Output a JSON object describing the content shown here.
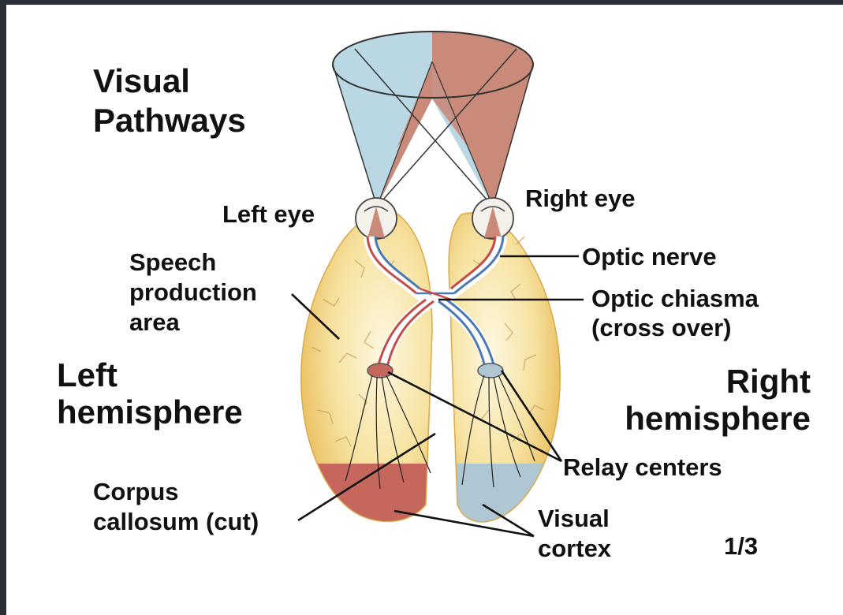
{
  "title": {
    "line1": "Visual",
    "line2": "Pathways"
  },
  "labels": {
    "left_eye": "Left eye",
    "right_eye": "Right eye",
    "speech": {
      "line1": "Speech",
      "line2": "production",
      "line3": "area"
    },
    "optic_nerve": "Optic nerve",
    "optic_chiasma": {
      "line1": "Optic chiasma",
      "line2": "(cross over)"
    },
    "left_hemisphere": {
      "line1": "Left",
      "line2": "hemisphere"
    },
    "right_hemisphere": {
      "line1": "Right",
      "line2": "hemisphere"
    },
    "relay_centers": "Relay centers",
    "corpus_callosum": {
      "line1": "Corpus",
      "line2": "callosum (cut)"
    },
    "visual_cortex": {
      "line1": "Visual",
      "line2": "cortex"
    },
    "page": "1/3"
  },
  "colors": {
    "blue_field": "#b9d8e4",
    "red_field": "#c98a7a",
    "brain_yellow": "#f2d27a",
    "brain_light": "#fbf2cf",
    "cortex_red": "#c6675e",
    "cortex_blue": "#aec7d2",
    "nerve_red": "#c44b48",
    "nerve_blue": "#4a78b8",
    "frame": "#2b3038"
  }
}
